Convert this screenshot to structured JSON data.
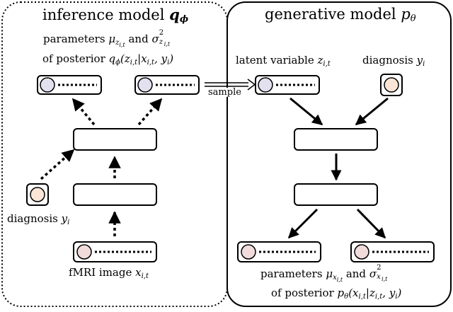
{
  "left_panel": {
    "title": "inference model",
    "title_symbol": "q",
    "title_symbol_sub": "ϕ",
    "params_line1_prefix": "parameters",
    "params_line1_mu": "μ",
    "params_line1_mu_sub": "z",
    "params_line1_mu_subsub": "i,t",
    "params_line1_and": "and",
    "params_line1_sigma": "σ",
    "params_line1_sigma_sup": "2",
    "params_line1_sigma_sub": "z",
    "params_line1_sigma_subsub": "i,t",
    "params_line2_prefix": "of posterior",
    "params_line2_expr": "q",
    "params_line2_expr_sub": "ϕ",
    "params_line2_args": "(z",
    "params_line2_args_sub": "i,t",
    "params_line2_given": "|x",
    "params_line2_given_sub": "i,t",
    "params_line2_tail": ", y",
    "params_line2_tail_sub": "i",
    "params_line2_close": ")",
    "diagnosis_text": "diagnosis",
    "diagnosis_var": "y",
    "diagnosis_sub": "i",
    "fmri_text": "fMRI image",
    "fmri_var": "x",
    "fmri_sub": "i,t"
  },
  "right_panel": {
    "title": "generative model",
    "title_symbol": "p",
    "title_symbol_sub": "θ",
    "latent_text": "latent variable",
    "latent_var": "z",
    "latent_sub": "i,t",
    "diagnosis_text": "diagnosis",
    "diagnosis_var": "y",
    "diagnosis_sub": "i",
    "params_line1_prefix": "parameters",
    "params_line1_mu": "μ",
    "params_line1_mu_sub": "x",
    "params_line1_mu_subsub": "i,t",
    "params_line1_and": "and",
    "params_line1_sigma": "σ",
    "params_line1_sigma_sup": "2",
    "params_line1_sigma_sub": "x",
    "params_line1_sigma_subsub": "i,t",
    "params_line2_prefix": "of posterior",
    "params_line2_expr": "p",
    "params_line2_expr_sub": "θ",
    "params_line2_args": "(x",
    "params_line2_args_sub": "i,t",
    "params_line2_given": "|z",
    "params_line2_given_sub": "i,t",
    "params_line2_tail": ", y",
    "params_line2_tail_sub": "i",
    "params_line2_close": ")"
  },
  "sample_label": "sample",
  "colors": {
    "latent_fill": "#e3e0f0",
    "diagnosis_fill": "#fbe5d6",
    "fmri_fill": "#f1dcdb",
    "stroke": "#000000"
  }
}
